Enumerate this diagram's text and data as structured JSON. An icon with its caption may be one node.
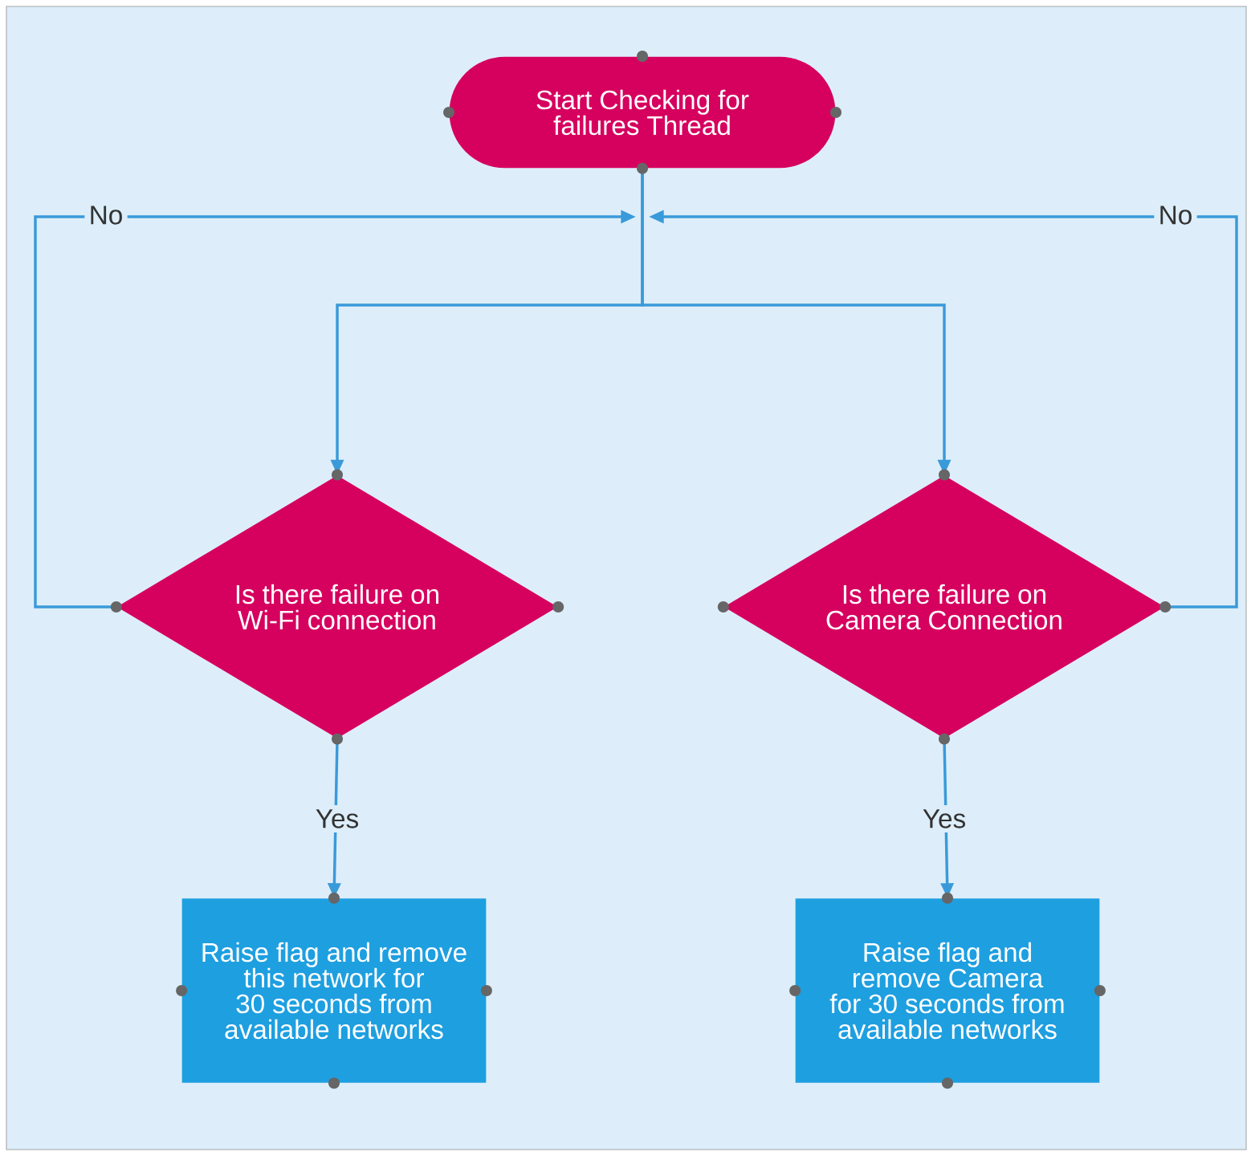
{
  "diagram": {
    "nodes": [
      {
        "text": [
          "Start Checking for failures Thread"
        ]
      },
      {
        "text": [
          "Is there failure on Wi-Fi connection"
        ]
      },
      {
        "text": [
          "Is there failure on Camera Connection"
        ]
      },
      {
        "text": [
          "Raise flag and remove this network for 30 seconds from available networks"
        ]
      },
      {
        "text": [
          "Raise flag and remove Camera for 30 seconds from available networks"
        ]
      }
    ],
    "edges": [
      {
        "from": 0,
        "to": 1,
        "arrow": "to"
      },
      {
        "from": 0,
        "to": 2,
        "arrow": "to"
      },
      {
        "from": 1,
        "to": 0,
        "arrow": "to",
        "label": "No"
      },
      {
        "from": 2,
        "to": 0,
        "arrow": "to",
        "label": "No"
      },
      {
        "from": 1,
        "to": 3,
        "arrow": "to",
        "label": "Yes"
      },
      {
        "from": 2,
        "to": 4,
        "arrow": "to",
        "label": "Yes"
      }
    ]
  }
}
